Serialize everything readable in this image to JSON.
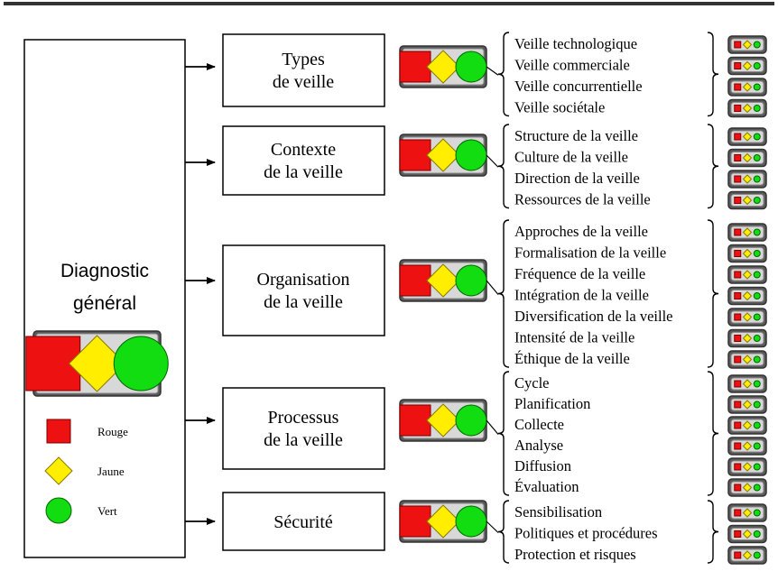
{
  "diagnostic": {
    "title_line1": "Diagnostic",
    "title_line2": "général",
    "legend": [
      {
        "label": "Rouge",
        "shape": "square",
        "color": "#ee1111"
      },
      {
        "label": "Jaune",
        "shape": "diamond",
        "color": "#ffee00"
      },
      {
        "label": "Vert",
        "shape": "circle",
        "color": "#11dd11"
      }
    ]
  },
  "colors": {
    "red": "#ee1111",
    "yellow": "#ffee00",
    "green": "#11dd11",
    "light_panel": "#7a7a7a",
    "panel_inner": "#d8d8d8"
  },
  "categories": [
    {
      "id": "types",
      "line1": "Types",
      "line2": "de veille",
      "items": [
        "Veille technologique",
        "Veille commerciale",
        "Veille concurrentielle",
        "Veille sociétale"
      ]
    },
    {
      "id": "contexte",
      "line1": "Contexte",
      "line2": "de la veille",
      "items": [
        "Structure de la veille",
        "Culture de la veille",
        "Direction de la veille",
        "Ressources de la veille"
      ]
    },
    {
      "id": "organisation",
      "line1": "Organisation",
      "line2": "de la veille",
      "items": [
        "Approches de la veille",
        "Formalisation de la veille",
        "Fréquence de la veille",
        "Intégration de la veille",
        "Diversification de la veille",
        "Intensité de la veille",
        "Éthique de la veille"
      ]
    },
    {
      "id": "processus",
      "line1": "Processus",
      "line2": "de la veille",
      "items": [
        "Cycle",
        "Planification",
        "Collecte",
        "Analyse",
        "Diffusion",
        "Évaluation"
      ]
    },
    {
      "id": "securite",
      "line1": "Sécurité",
      "line2": "",
      "items": [
        "Sensibilisation",
        "Politiques et procédures",
        "Protection et risques"
      ]
    }
  ]
}
